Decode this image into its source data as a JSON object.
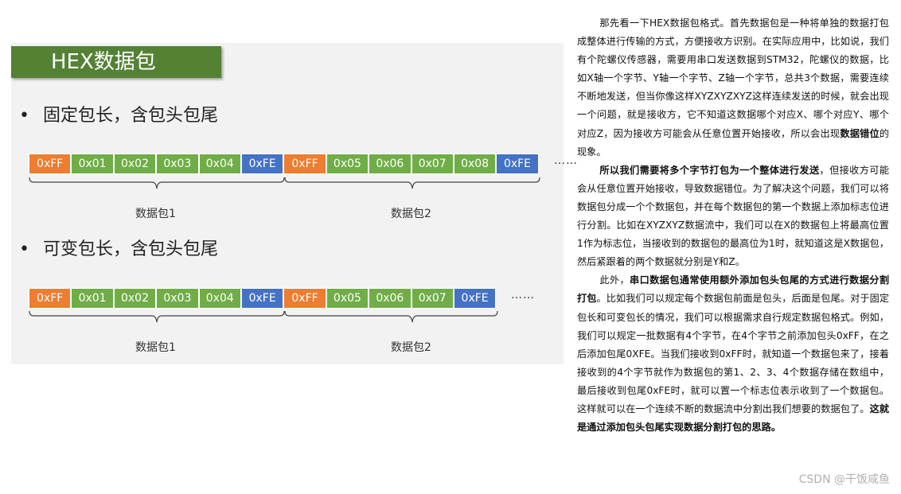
{
  "slide": {
    "title": "HEX数据包",
    "bullet1": "固定包长，含包头包尾",
    "bullet2": "可变包长，含包头包尾",
    "bullet_symbol": "•",
    "row1": [
      "0xFF",
      "0x01",
      "0x02",
      "0x03",
      "0x04",
      "0xFE",
      "0xFF",
      "0x05",
      "0x06",
      "0x07",
      "0x08",
      "0xFE"
    ],
    "row2": [
      "0xFF",
      "0x01",
      "0x02",
      "0x03",
      "0x04",
      "0xFE",
      "0xFF",
      "0x05",
      "0x06",
      "0x07",
      "0xFE"
    ],
    "ellipsis1": "……",
    "ellipsis2": "……",
    "packet1_label": "数据包1",
    "packet2_label": "数据包2",
    "colors": {
      "orange": "#ed7d31",
      "green": "#70ad47",
      "blue": "#4472c4",
      "title_bg": "#548235"
    }
  },
  "article": {
    "p1": [
      {
        "t": "那先看一下HEX数据包格式。首先数据包是一种将单独的数据打包成整体进行传输的方式，方便接收方识别。在实际应用中，比如说，我们有个陀螺仪传感器，需要用串口发送数据到STM32，陀螺仪的数据，比如X轴一个字节、Y轴一个字节、Z轴一个字节，总共3个数据，需要连续不断地发送，但当你像这样XYZXYZXYZ这样连续发送的时候，就会出现一个问题，就是接收方，它不知道这数据哪个对应X、哪个对应Y、哪个对应Z，因为接收方可能会从任意位置开始接收，所以会出现",
        "b": false
      },
      {
        "t": "数据错位",
        "b": true
      },
      {
        "t": "的现象。",
        "b": false
      }
    ],
    "p2": [
      {
        "t": "所以我们需要将多个字节打包为一个整体进行发送",
        "b": true
      },
      {
        "t": "，但接收方可能会从任意位置开始接收，导致数据错位。为了解决这个问题，我们可以将数据包分成一个个数据包，并在每个数据包的第一个数据上添加标志位进行分割。比如在XYZXYZ数据流中，我们可以在X的数据包上将最高位置1作为标志位，当接收到的数据包的最高位为1时，就知道这是X数据包，然后紧跟着的两个数据就分别是Y和Z。",
        "b": false
      }
    ],
    "p3": [
      {
        "t": "此外，",
        "b": false
      },
      {
        "t": "串口数据包通常使用额外添加包头包尾的方式进行数据分割打包",
        "b": true
      },
      {
        "t": "。比如我们可以规定每个数据包前面是包头，后面是包尾。对于固定包长和可变包长的情况，我们可以根据需求自行规定数据包格式。例如，我们可以规定一批数据有4个字节，在4个字节之前添加包头0xFF，在之后添加包尾0XFE。当我们接收到0xFF时，就知道一个数据包来了，接着接收到的4个字节就作为数据包的第1、2、3、4个数据存储在数组中，最后接收到包尾0xFE时，就可以置一个标志位表示收到了一个数据包。这样就可以在一个连续不断的数据流中分割出我们想要的数据包了。",
        "b": false
      },
      {
        "t": "这就是通过添加包头包尾实现数据分割打包的思路。",
        "b": true
      }
    ]
  },
  "watermark": "CSDN @干饭咸鱼"
}
